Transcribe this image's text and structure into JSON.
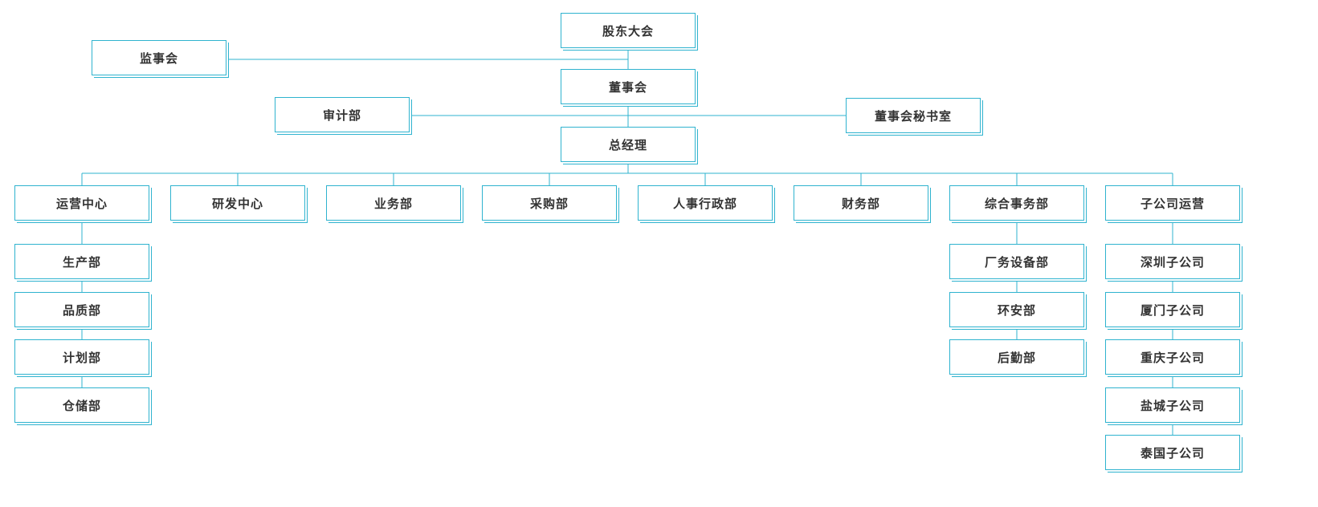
{
  "colors": {
    "line": "#2fb3cf",
    "text": "#333333",
    "background": "#ffffff"
  },
  "top": {
    "shareholders": "股东大会",
    "supervisors": "监事会",
    "board": "董事会",
    "audit": "审计部",
    "board_secretary": "董事会秘书室",
    "general_manager": "总经理"
  },
  "departments": [
    {
      "label": "运营中心",
      "children": [
        "生产部",
        "品质部",
        "计划部",
        "仓储部"
      ]
    },
    {
      "label": "研发中心",
      "children": []
    },
    {
      "label": "业务部",
      "children": []
    },
    {
      "label": "采购部",
      "children": []
    },
    {
      "label": "人事行政部",
      "children": []
    },
    {
      "label": "财务部",
      "children": []
    },
    {
      "label": "综合事务部",
      "children": [
        "厂务设备部",
        "环安部",
        "后勤部"
      ]
    },
    {
      "label": "子公司运营",
      "children": [
        "深圳子公司",
        "厦门子公司",
        "重庆子公司",
        "盐城子公司",
        "泰国子公司"
      ]
    }
  ]
}
